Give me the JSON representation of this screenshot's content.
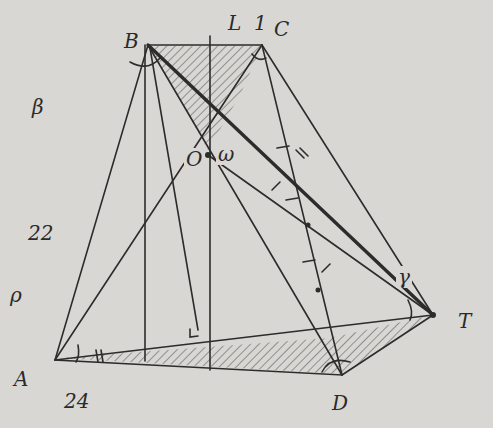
{
  "diagram": {
    "labels": [
      "B",
      "L",
      "1",
      "C",
      "β",
      "O",
      "ω",
      "22",
      "ρ",
      "A",
      "24",
      "D",
      "T",
      "γ"
    ]
  }
}
